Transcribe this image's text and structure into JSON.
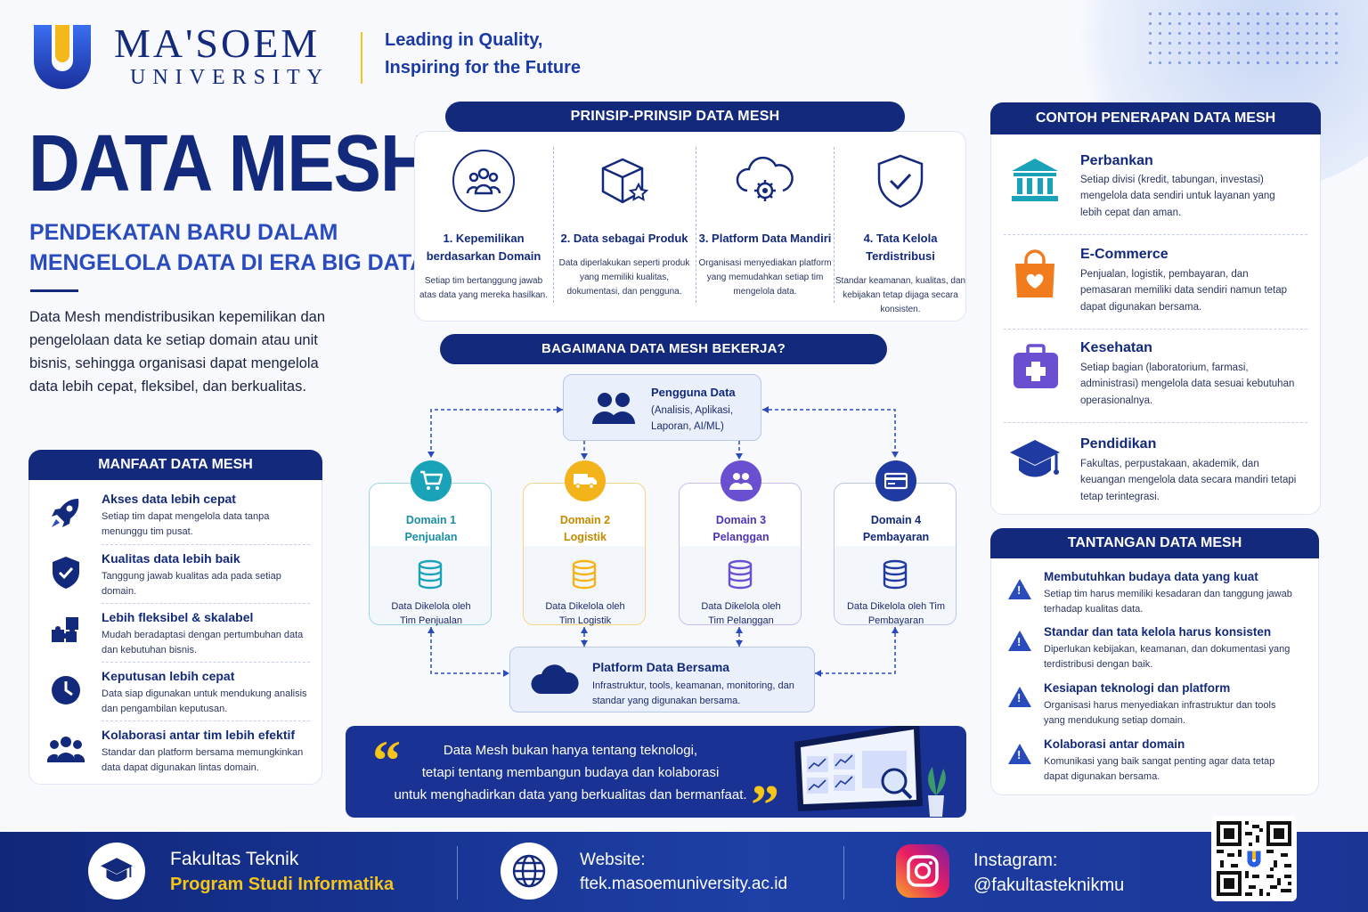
{
  "header": {
    "brand_name": "MA'SOEM",
    "brand_sub": "UNIVERSITY",
    "tagline_1": "Leading in Quality,",
    "tagline_2": "Inspiring for the Future"
  },
  "hero": {
    "title": "DATA MESH",
    "subtitle_1": "PENDEKATAN BARU DALAM",
    "subtitle_2": "MENGELOLA DATA DI ERA BIG DATA",
    "description": "Data Mesh mendistribusikan kepemilikan dan pengelolaan data ke setiap domain atau unit bisnis, sehingga organisasi dapat mengelola data lebih cepat, fleksibel, dan berkualitas."
  },
  "benefits": {
    "heading": "MANFAAT DATA MESH",
    "items": [
      {
        "title": "Akses data lebih cepat",
        "desc": "Setiap tim dapat mengelola data tanpa menunggu tim pusat.",
        "icon": "rocket-icon"
      },
      {
        "title": "Kualitas data lebih baik",
        "desc": "Tanggung jawab kualitas ada pada setiap domain.",
        "icon": "shield-check-icon"
      },
      {
        "title": "Lebih fleksibel & skalabel",
        "desc": "Mudah beradaptasi dengan pertumbuhan data dan kebutuhan bisnis.",
        "icon": "puzzle-icon"
      },
      {
        "title": "Keputusan lebih cepat",
        "desc": "Data siap digunakan untuk mendukung analisis dan pengambilan keputusan.",
        "icon": "clock-icon"
      },
      {
        "title": "Kolaborasi antar tim lebih efektif",
        "desc": "Standar dan platform bersama memungkinkan data dapat digunakan lintas domain.",
        "icon": "team-icon"
      }
    ]
  },
  "principles": {
    "heading": "PRINSIP-PRINSIP DATA MESH",
    "items": [
      {
        "title": "1. Kepemilikan berdasarkan Domain",
        "desc": "Setiap tim bertanggung jawab atas data yang mereka hasilkan.",
        "icon": "team-circle-icon"
      },
      {
        "title": "2. Data sebagai Produk",
        "desc": "Data diperlakukan seperti produk yang memiliki kualitas, dokumentasi, dan pengguna.",
        "icon": "box-star-icon"
      },
      {
        "title": "3. Platform Data Mandiri",
        "desc": "Organisasi menyediakan platform yang memudahkan setiap tim mengelola data.",
        "icon": "cloud-gear-icon"
      },
      {
        "title": "4. Tata Kelola Terdistribusi",
        "desc": "Standar keamanan, kualitas, dan kebijakan tetap dijaga secara konsisten.",
        "icon": "shield-check-icon"
      }
    ]
  },
  "how": {
    "heading": "BAGAIMANA DATA MESH BEKERJA?",
    "users_title": "Pengguna Data",
    "users_desc": "(Analisis, Aplikasi, Laporan, AI/ML)",
    "domains": [
      {
        "name": "Domain 1 Penjualan",
        "label": "Data Dikelola oleh Tim Penjualan",
        "color": "#1aa3b8",
        "icon": "cart-icon"
      },
      {
        "name": "Domain 2 Logistik",
        "label": "Data Dikelola oleh Tim Logistik",
        "color": "#f2b31b",
        "icon": "truck-icon"
      },
      {
        "name": "Domain 3 Pelanggan",
        "label": "Data Dikelola oleh Tim Pelanggan",
        "color": "#6a4fd0",
        "icon": "users-icon"
      },
      {
        "name": "Domain 4 Pembayaran",
        "label": "Data Dikelola oleh Tim Pembayaran",
        "color": "#1f3aa0",
        "icon": "card-icon"
      }
    ],
    "platform_title": "Platform Data Bersama",
    "platform_desc": "Infrastruktur, tools, keamanan, monitoring, dan standar yang digunakan bersama."
  },
  "quote": {
    "line_1": "Data Mesh bukan hanya tentang teknologi,",
    "line_2": "tetapi tentang membangun budaya dan kolaborasi",
    "line_3": "untuk menghadirkan data yang berkualitas dan bermanfaat."
  },
  "examples": {
    "heading": "CONTOH PENERAPAN DATA MESH",
    "items": [
      {
        "title": "Perbankan",
        "desc": "Setiap divisi (kredit, tabungan, investasi) mengelola data sendiri untuk layanan yang lebih cepat dan aman.",
        "icon": "bank-icon"
      },
      {
        "title": "E-Commerce",
        "desc": "Penjualan, logistik, pembayaran, dan pemasaran memiliki data sendiri namun tetap dapat digunakan bersama.",
        "icon": "shopping-bag-icon"
      },
      {
        "title": "Kesehatan",
        "desc": "Setiap bagian (laboratorium, farmasi, administrasi) mengelola data sesuai kebutuhan operasionalnya.",
        "icon": "medical-kit-icon"
      },
      {
        "title": "Pendidikan",
        "desc": "Fakultas, perpustakaan, akademik, dan keuangan mengelola data secara mandiri tetapi tetap terintegrasi.",
        "icon": "graduation-cap-icon"
      }
    ]
  },
  "challenges": {
    "heading": "TANTANGAN DATA MESH",
    "items": [
      {
        "title": "Membutuhkan budaya data yang kuat",
        "desc": "Setiap tim harus memiliki kesadaran dan tanggung jawab terhadap kualitas data."
      },
      {
        "title": "Standar dan tata kelola harus konsisten",
        "desc": "Diperlukan kebijakan, keamanan, dan dokumentasi yang terdistribusi dengan baik."
      },
      {
        "title": "Kesiapan teknologi dan platform",
        "desc": "Organisasi harus menyediakan infrastruktur dan tools yang mendukung setiap domain."
      },
      {
        "title": "Kolaborasi antar domain",
        "desc": "Komunikasi yang baik sangat penting agar data tetap dapat digunakan bersama."
      }
    ]
  },
  "footer": {
    "faculty": "Fakultas Teknik",
    "program": "Program Studi Informatika",
    "website_label": "Website:",
    "website_url": "ftek.masoemuniversity.ac.id",
    "instagram_label": "Instagram:",
    "instagram_handle": "@fakultasteknikmu"
  },
  "colors": {
    "navy": "#13297c",
    "gold": "#f5c518",
    "accent_blue": "#2a4bbd"
  }
}
